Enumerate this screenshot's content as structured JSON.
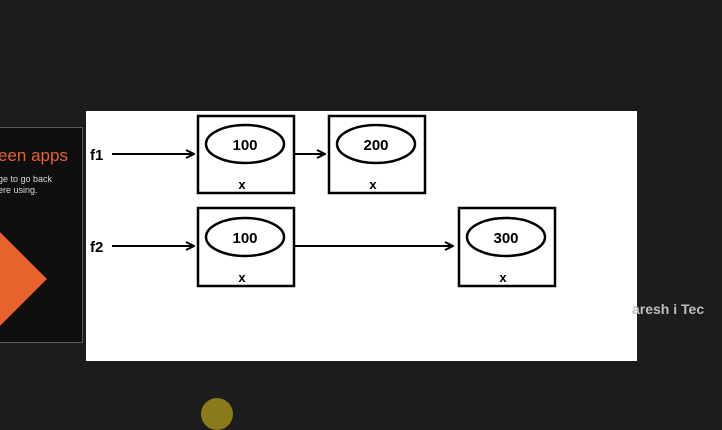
{
  "side_panel": {
    "title": "een apps",
    "lines": [
      "ge to go back",
      "ere using."
    ],
    "accent": "#e8622c"
  },
  "diagram": {
    "refs": [
      {
        "name": "f1"
      },
      {
        "name": "f2"
      }
    ],
    "nodes": [
      {
        "id": "n1",
        "value": "100",
        "field": "x"
      },
      {
        "id": "n2",
        "value": "200",
        "field": "x"
      },
      {
        "id": "n3",
        "value": "100",
        "field": "x"
      },
      {
        "id": "n4",
        "value": "300",
        "field": "x"
      }
    ],
    "links": [
      {
        "from": "f1",
        "to": "n1"
      },
      {
        "from": "n1",
        "to": "n2"
      },
      {
        "from": "f2",
        "to": "n3"
      },
      {
        "from": "n3",
        "to": "n4"
      }
    ]
  },
  "watermark": "aresh i Tec"
}
